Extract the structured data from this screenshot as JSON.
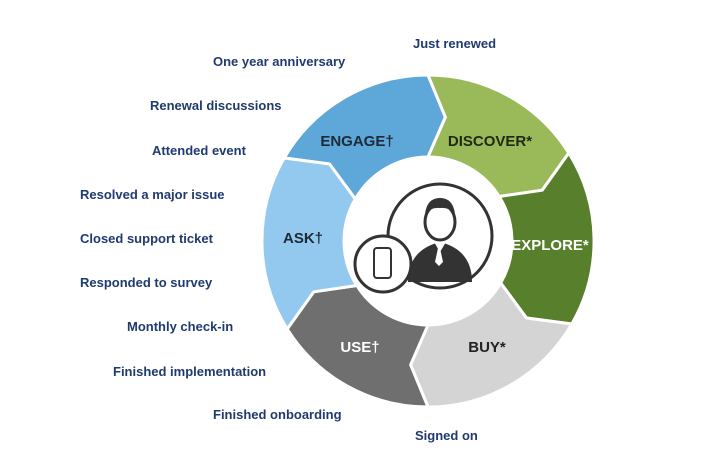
{
  "events": [
    {
      "text": "Just renewed"
    },
    {
      "text": "One year anniversary"
    },
    {
      "text": "Renewal discussions"
    },
    {
      "text": "Attended event"
    },
    {
      "text": "Resolved a major issue"
    },
    {
      "text": "Closed support ticket"
    },
    {
      "text": "Responded to survey"
    },
    {
      "text": "Monthly check-in"
    },
    {
      "text": "Finished implementation"
    },
    {
      "text": "Finished onboarding"
    },
    {
      "text": "Signed on"
    }
  ],
  "stages": [
    {
      "label": "ENGAGE†",
      "color": "#5ea7d9",
      "text_color": "#1e2a36"
    },
    {
      "label": "DISCOVER*",
      "color": "#9aba5a",
      "text_color": "#1e2a16"
    },
    {
      "label": "EXPLORE*",
      "color": "#587f2b",
      "text_color": "#ffffff"
    },
    {
      "label": "BUY*",
      "color": "#d4d4d4",
      "text_color": "#222222"
    },
    {
      "label": "USE†",
      "color": "#6f6f6f",
      "text_color": "#ffffff"
    },
    {
      "label": "ASK†",
      "color": "#93c9ee",
      "text_color": "#1e2a36"
    }
  ],
  "center": {
    "icons": [
      "person-icon",
      "smartphone-icon"
    ]
  }
}
